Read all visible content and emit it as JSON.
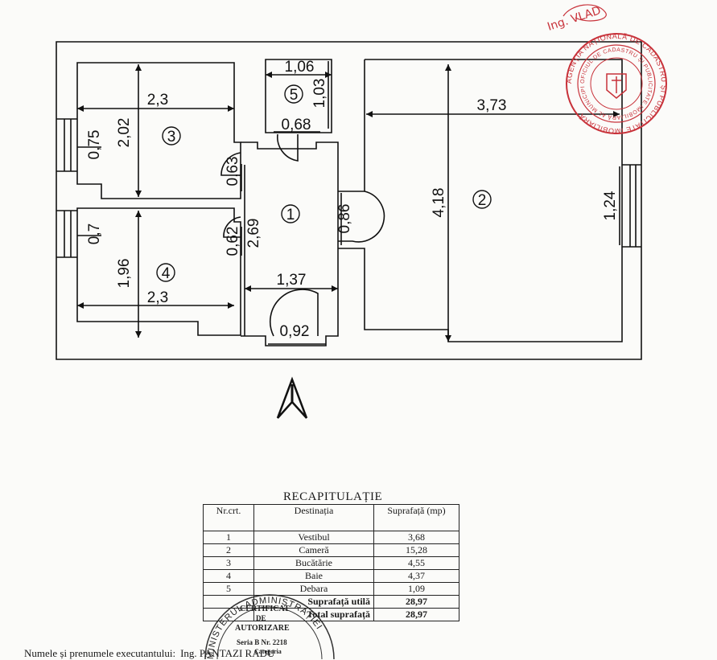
{
  "stamps": {
    "agency": "AGENȚIA NAȚIONALĂ DE CADASTRU ȘI PUBLICITATE IMOBILIARĂ",
    "office": "OFICIUL DE CADASTRU ȘI PUBLICITATE IMOBILIARĂ AL MUNICIPIULUI BUCUREȘTI",
    "ministry": "MINISTERUL ADMINISTRAȚIEI"
  },
  "signature": "Ing. VLAD",
  "plan": {
    "rooms": [
      {
        "number": "1"
      },
      {
        "number": "2"
      },
      {
        "number": "3"
      },
      {
        "number": "4"
      },
      {
        "number": "5"
      }
    ],
    "dimensions": {
      "room3_width": "2,3",
      "room3_height": "2,02",
      "room3_window": "0,75",
      "room3_door": "0,63",
      "room4_width": "2,3",
      "room4_height": "1,96",
      "room4_window": "0,7",
      "room4_door": "0,62",
      "room5_width": "1,06",
      "room5_height": "1,03",
      "room5_door": "0,68",
      "hall_length": "2,69",
      "hall_width": "1,37",
      "entry_door": "0,92",
      "room2_door": "0,86",
      "room2_width": "3,73",
      "room2_height": "4,18",
      "room2_window": "1,24"
    }
  },
  "recap": {
    "title": "RECAPITULAȚIE",
    "headers": {
      "nr": "Nr.crt.",
      "destination": "Destinația",
      "area": "Suprafață (mp)"
    },
    "rows": [
      {
        "nr": "1",
        "destination": "Vestibul",
        "area": "3,68"
      },
      {
        "nr": "2",
        "destination": "Cameră",
        "area": "15,28"
      },
      {
        "nr": "3",
        "destination": "Bucătărie",
        "area": "4,55"
      },
      {
        "nr": "4",
        "destination": "Baie",
        "area": "4,37"
      },
      {
        "nr": "5",
        "destination": "Debara",
        "area": "1,09"
      }
    ],
    "useful_area_label": "Suprafață utilă",
    "useful_area": "28,97",
    "total_area_label": "Total suprafață",
    "total_area": "28,97"
  },
  "certificate": {
    "line1": "CERTIFICAT",
    "line2": "DE",
    "line3": "AUTORIZARE",
    "series": "Seria B Nr. 2218",
    "category": "Categoria"
  },
  "executant": {
    "label": "Numele și prenumele executantului:",
    "name": "Ing. PANTAZI RADU"
  }
}
